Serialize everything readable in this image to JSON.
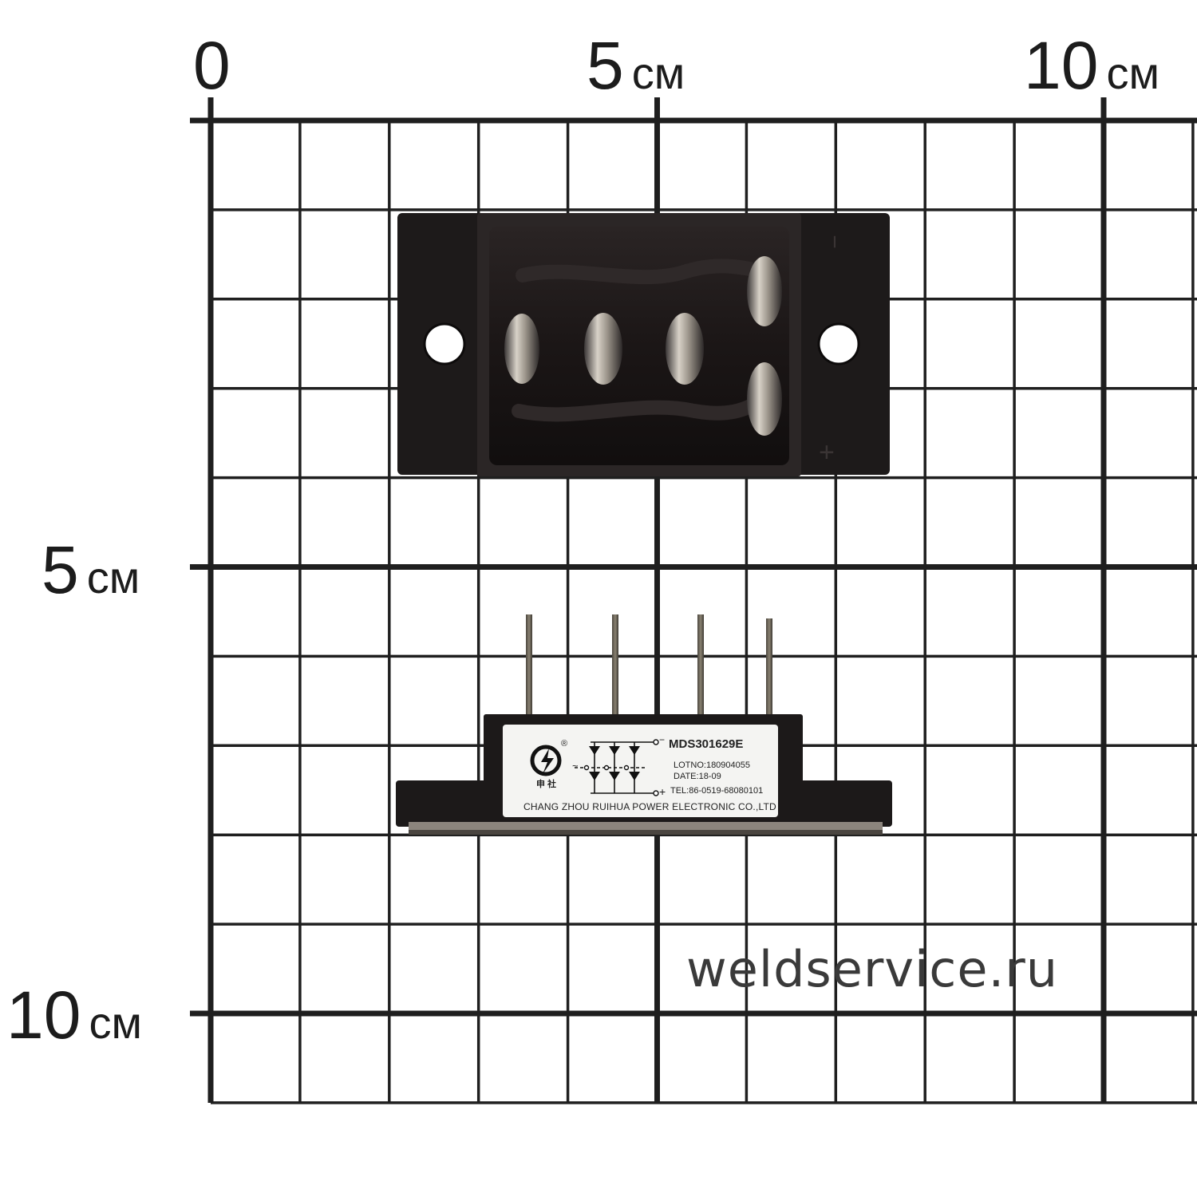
{
  "scale": {
    "top_zero": "0",
    "top_five": "5",
    "top_ten": "10",
    "left_five": "5",
    "left_ten": "10",
    "unit": "см"
  },
  "module_label": {
    "model": "MDS301629E",
    "lot": "LOTNO:180904055",
    "date": "DATE:18-09",
    "tel": "TEL:86-0519-68080101",
    "company": "CHANG ZHOU RUIHUA POWER ELECTRONIC CO.,LTD",
    "brand_cn": "申 社",
    "registered": "®",
    "ac_symbol": "~",
    "minus": "−",
    "plus": "+"
  },
  "terminal_marks": {
    "minus": "−",
    "plus": "+"
  },
  "watermark": "weldservice.ru",
  "colors": {
    "grid": "#1f1f1f",
    "module_body": "#1a1717",
    "label_bg": "#f4f4f2"
  }
}
